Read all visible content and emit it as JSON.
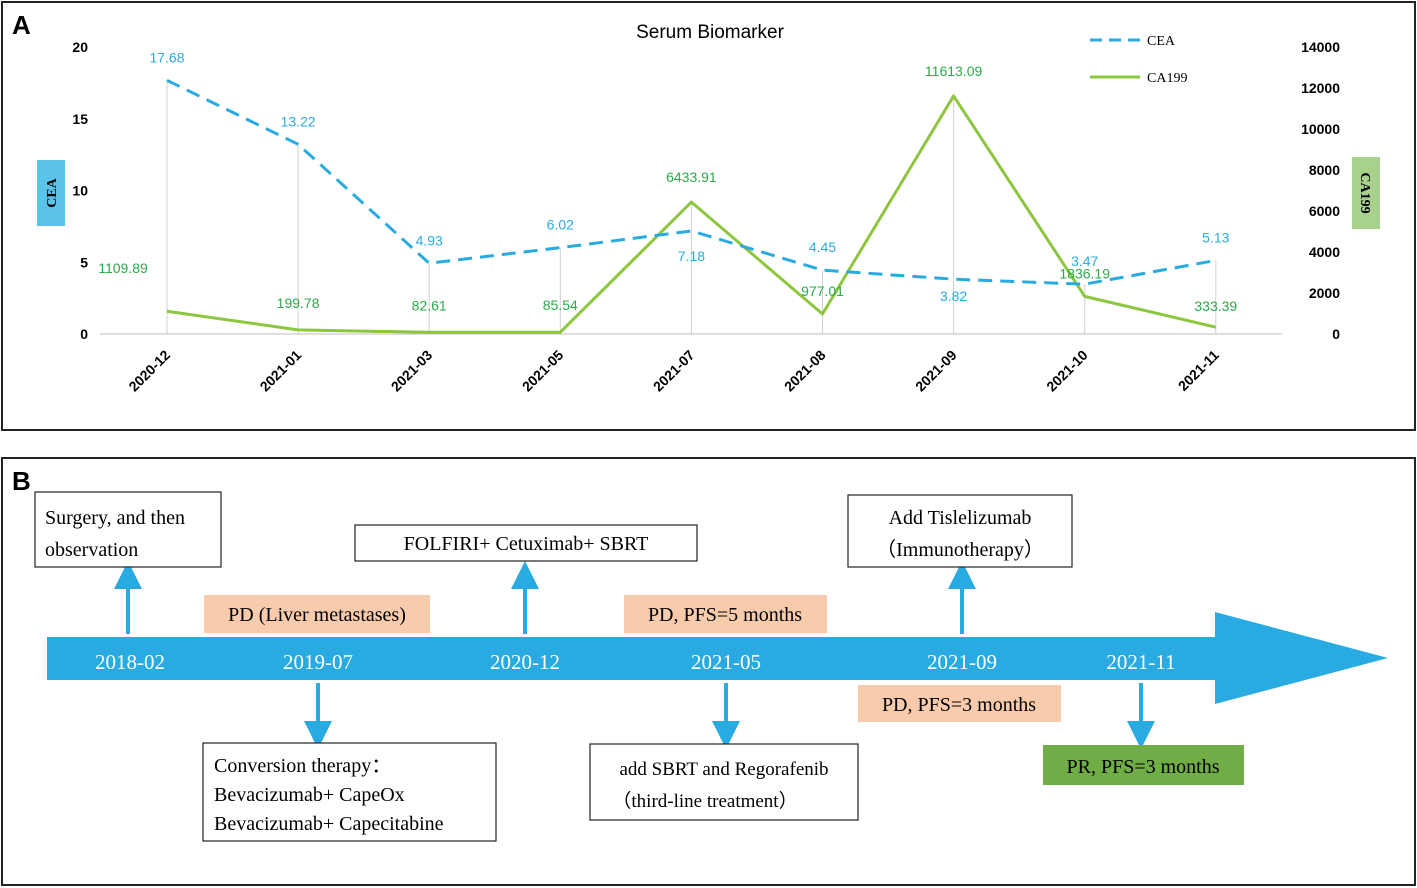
{
  "panel_a": {
    "label": "A",
    "cea_axis_label": "CEA",
    "ca199_axis_label": "CA199",
    "cea_axis_color": "#5bc3e8",
    "ca199_axis_color": "#a9d18e"
  },
  "panel_b": {
    "label": "B",
    "timeline_color": "#29abe2",
    "arrow_color": "#29abe2",
    "pd_box_color": "#f8cbad",
    "pr_box_color": "#70ad47",
    "dates": [
      "2018-02",
      "2019-07",
      "2020-12",
      "2021-05",
      "2021-09",
      "2021-11"
    ],
    "events_above": [
      {
        "lines": [
          "Surgery, and then",
          "observation"
        ]
      },
      {
        "lines": [
          "FOLFIRI+ Cetuximab+ SBRT"
        ]
      },
      {
        "lines": [
          "Add Tislelizumab",
          "（Immunotherapy）"
        ]
      }
    ],
    "events_below": [
      {
        "lines": [
          "Conversion therapy：",
          "Bevacizumab+ CapeOx",
          "Bevacizumab+ Capecitabine"
        ]
      },
      {
        "lines": [
          "add SBRT and Regorafenib",
          "（third-line treatment）"
        ]
      }
    ],
    "status_boxes": [
      {
        "text": "PD (Liver metastases)",
        "kind": "pd"
      },
      {
        "text": "PD, PFS=5 months",
        "kind": "pd"
      },
      {
        "text": "PD, PFS=3 months",
        "kind": "pd"
      },
      {
        "text": "PR, PFS=3 months",
        "kind": "pr"
      }
    ]
  },
  "chart_data": {
    "type": "line",
    "title": "Serum Biomarker",
    "categories": [
      "2020-12",
      "2021-01",
      "2021-03",
      "2021-05",
      "2021-07",
      "2021-08",
      "2021-09",
      "2021-10",
      "2021-11"
    ],
    "series": [
      {
        "name": "CEA",
        "axis": "left",
        "style": "dashed",
        "color": "#29abe2",
        "values": [
          17.68,
          13.22,
          4.93,
          6.02,
          7.18,
          4.45,
          3.82,
          3.47,
          5.13
        ],
        "labels": [
          "17.68",
          "13.22",
          "4.93",
          "6.02",
          "7.18",
          "4.45",
          "3.82",
          "3.47",
          "5.13"
        ]
      },
      {
        "name": "CA199",
        "axis": "right",
        "style": "solid",
        "color": "#8dc63f",
        "label_color": "#2ea84a",
        "values": [
          1109.89,
          199.78,
          82.61,
          85.54,
          6433.91,
          977.01,
          11613.09,
          1836.19,
          333.39
        ],
        "labels": [
          "1109.89",
          "199.78",
          "82.61",
          "85.54",
          "6433.91",
          "977.01",
          "11613.09",
          "1836.19",
          "333.39"
        ]
      }
    ],
    "y_left": {
      "min": 0,
      "max": 20,
      "ticks": [
        "0",
        "5",
        "10",
        "15",
        "20"
      ]
    },
    "y_right": {
      "min": 0,
      "max": 14000,
      "ticks": [
        "0",
        "2000",
        "4000",
        "6000",
        "8000",
        "10000",
        "12000",
        "14000"
      ]
    },
    "grid": false,
    "legend_position": "top-right"
  }
}
